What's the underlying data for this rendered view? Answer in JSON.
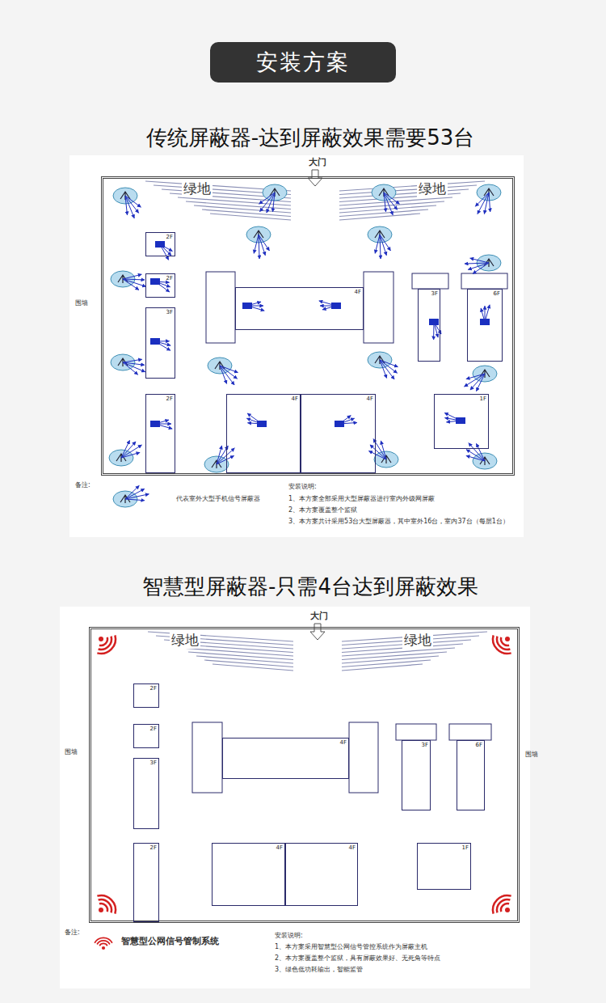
{
  "diagram": {
    "title": "安装方案",
    "nodes": [
      {
        "text": [
          "大门",
          "绿地",
          "绿地"
        ]
      },
      {
        "text": [
          "2F"
        ],
        "in": 0
      },
      {
        "text": [
          "2F"
        ],
        "in": 0
      },
      {
        "text": [
          "3F"
        ],
        "in": 0
      },
      {
        "text": [
          "2F"
        ],
        "in": 0
      },
      {
        "text": [
          "4F"
        ],
        "in": 0
      },
      {
        "text": [
          "3F"
        ],
        "in": 0
      },
      {
        "text": [
          "6F"
        ],
        "in": 0
      },
      {
        "text": [
          "4F"
        ],
        "in": 0
      },
      {
        "text": [
          "4F"
        ],
        "in": 0
      },
      {
        "text": [
          "1F"
        ],
        "in": 0
      },
      {
        "text": [
          "大门",
          "绿地",
          "绿地"
        ]
      },
      {
        "text": [
          "2F"
        ],
        "in": 11
      },
      {
        "text": [
          "2F"
        ],
        "in": 11
      },
      {
        "text": [
          "3F"
        ],
        "in": 11
      },
      {
        "text": [
          "2F"
        ],
        "in": 11
      },
      {
        "text": [
          "4F"
        ],
        "in": 11
      },
      {
        "text": [
          "3F"
        ],
        "in": 11
      },
      {
        "text": [
          "6F"
        ],
        "in": 11
      },
      {
        "text": [
          "4F"
        ],
        "in": 11
      },
      {
        "text": [
          "4F"
        ],
        "in": 11
      },
      {
        "text": [
          "1F"
        ],
        "in": 11
      }
    ],
    "edges": [],
    "labels": [
      "传统屏蔽器-达到屏蔽效果需要53台",
      "围墙",
      "备注:",
      "安装说明:",
      "1、本方案全部采用大型屏蔽器进行室内外级网屏蔽",
      "2、本方案覆盖整个监狱",
      "3、本方案共计采用53台大型屏蔽器，其中室外16台，室内37台（每层1台）",
      "智慧型屏蔽器-只需4台达到屏蔽效果",
      "围墙",
      "围墙",
      "备注:",
      "安装说明:",
      "1、本方案采用智慧型公网信号管控系统作为屏蔽主机",
      "2、本方案覆盖整个监狱，具有屏蔽效果好、无死角等特点",
      "3、绿色低功耗输出，智能监管"
    ],
    "legend": [
      {
        "text": "代表室外大型手机信号屏蔽器"
      },
      {
        "text": "智慧型公网信号管制系统"
      }
    ]
  }
}
